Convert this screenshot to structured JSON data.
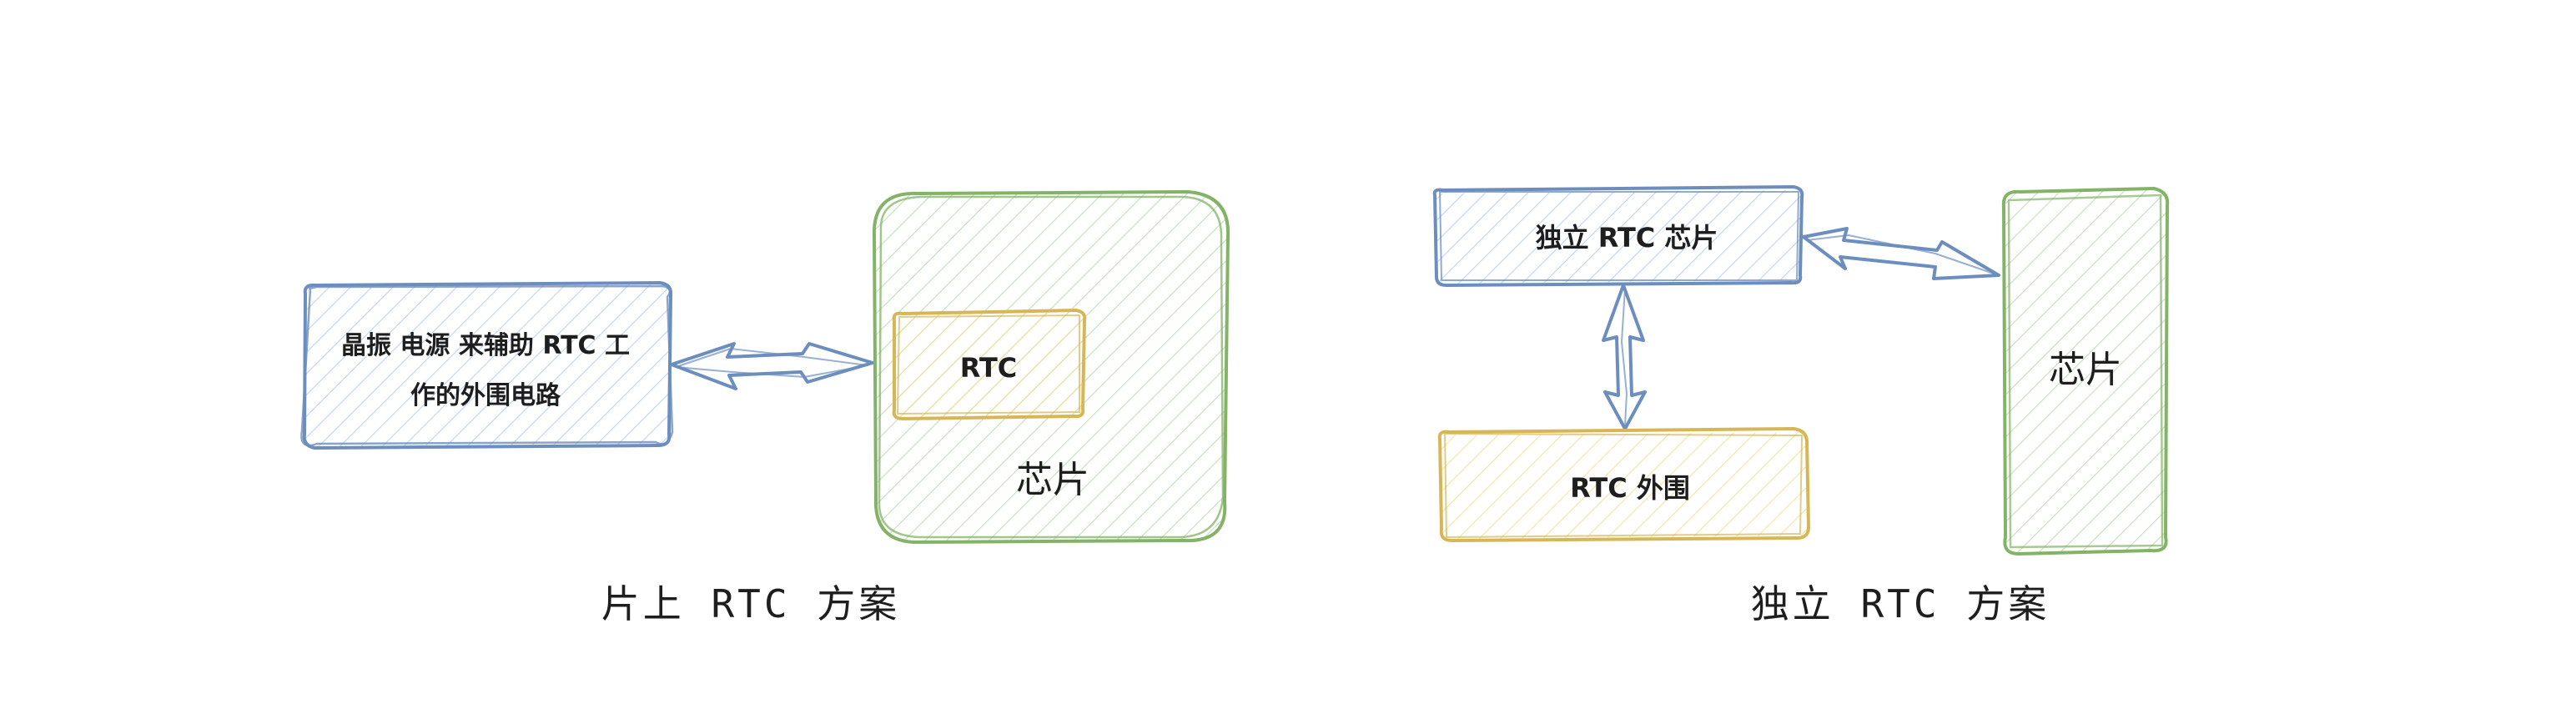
{
  "left_diagram": {
    "caption": "片上 RTC 方案",
    "peripheral_box": {
      "line1": "晶振 电源 来辅助 RTC 工",
      "line2": "作的外围电路"
    },
    "chip_box": {
      "label": "芯片"
    },
    "rtc_box": {
      "label": "RTC"
    }
  },
  "right_diagram": {
    "caption": "独立 RTC 方案",
    "rtc_chip_box": {
      "label": "独立 RTC 芯片"
    },
    "rtc_peripheral_box": {
      "label": "RTC 外围"
    },
    "chip_box": {
      "label": "芯片"
    }
  },
  "colors": {
    "blue_stroke": "#6c8ebf",
    "blue_fill": "#dae8fc",
    "green_stroke": "#82b366",
    "green_fill": "#d5e8d4",
    "yellow_stroke": "#d6b656",
    "yellow_fill": "#fff2cc",
    "text": "#1e1e1e"
  }
}
